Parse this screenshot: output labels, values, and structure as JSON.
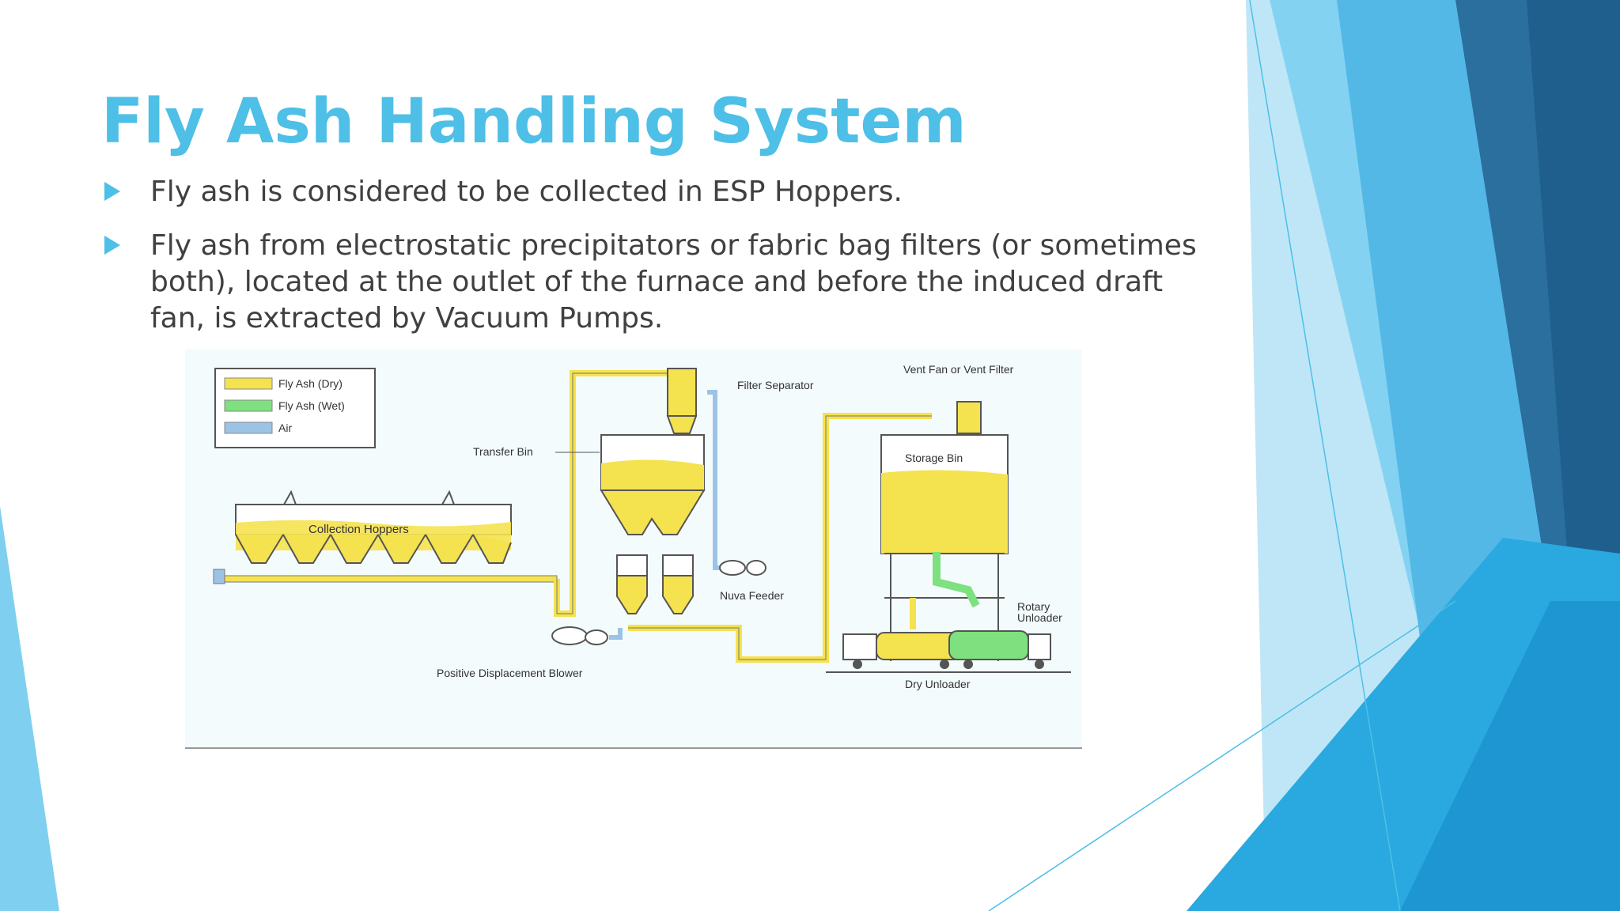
{
  "slide": {
    "title": "Fly Ash Handling System",
    "bullets": [
      "Fly ash is considered to be collected in ESP Hoppers.",
      "Fly ash from electrostatic precipitators or fabric bag filters (or sometimes both), located at the outlet of the furnace and before the induced draft fan, is extracted by Vacuum Pumps."
    ],
    "accent_color": "#4ebfe6"
  },
  "diagram": {
    "legend": [
      {
        "label": "Fly Ash (Dry)",
        "color": "#f5e24f"
      },
      {
        "label": "Fly Ash (Wet)",
        "color": "#7ee07e"
      },
      {
        "label": "Air",
        "color": "#9cc3e6"
      }
    ],
    "labels": {
      "collection_hoppers": "Collection Hoppers",
      "transfer_bin": "Transfer Bin",
      "filter_separator": "Filter Separator",
      "nuva_feeder": "Nuva Feeder",
      "blower": "Positive Displacement Blower",
      "vent_fan": "Vent Fan or Vent Filter",
      "storage_bin": "Storage Bin",
      "rotary_unloader_1": "Rotary",
      "rotary_unloader_2": "Unloader",
      "dry_unloader": "Dry Unloader"
    }
  }
}
